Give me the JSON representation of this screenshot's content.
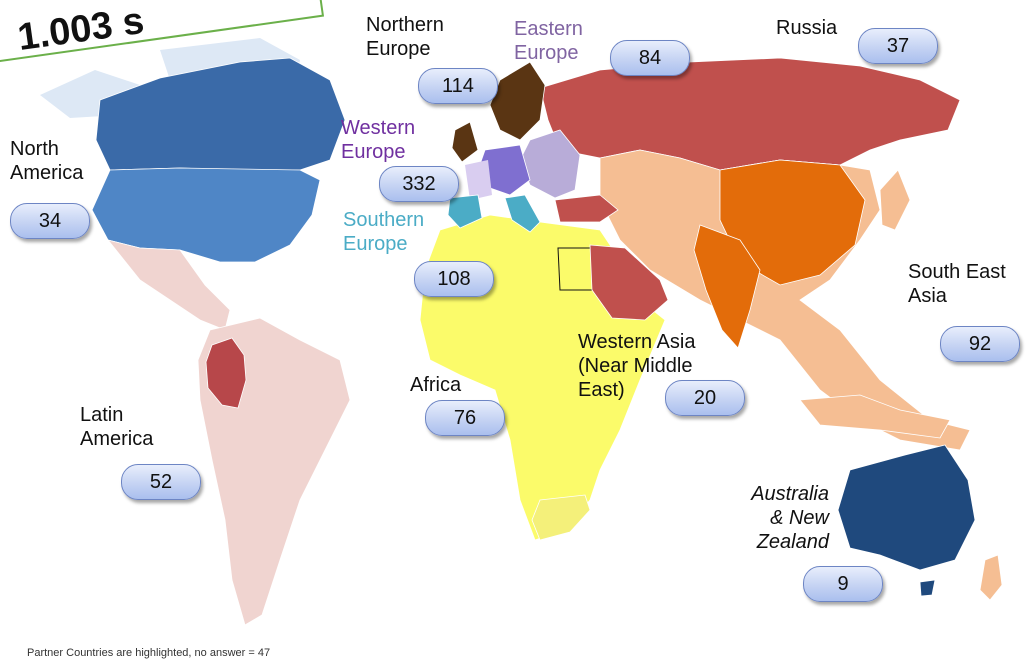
{
  "title": "1.003 s",
  "colors": {
    "north_america": "#4f86c6",
    "canada": "#3a6aa8",
    "latin_america": "#f0d4d0",
    "colombia": "#b7474a",
    "africa": "#fbfb6a",
    "south_africa": "#f4f07a",
    "russia": "#c0504d",
    "asia_light": "#f5be93",
    "china_india": "#e36c0a",
    "arabia": "#c0504d",
    "oceania": "#1f497d",
    "northern_europe": "#5a3513",
    "western_europe": "#7f6fd0",
    "eastern_europe": "#b8acd8",
    "southern_europe": "#4bacc6",
    "pill_fill": "#c5d3f3",
    "western_europe_text": "#7030a0",
    "eastern_europe_text": "#8064a2",
    "southern_europe_text": "#4bacc6"
  },
  "regions": {
    "north_america": {
      "label_lines": [
        "North",
        "America"
      ],
      "count": "34"
    },
    "latin_america": {
      "label_lines": [
        "Latin",
        "America"
      ],
      "count": "52"
    },
    "northern_europe": {
      "label_lines": [
        "Northern",
        "Europe"
      ],
      "count": "114"
    },
    "eastern_europe": {
      "label_lines": [
        "Eastern",
        "Europe"
      ],
      "count": "84"
    },
    "western_europe": {
      "label_lines": [
        "Western",
        "Europe"
      ],
      "count": "332"
    },
    "southern_europe": {
      "label_lines": [
        "Southern",
        "Europe"
      ],
      "count": "108"
    },
    "russia": {
      "label_lines": [
        "Russia"
      ],
      "count": "37"
    },
    "africa": {
      "label_lines": [
        "Africa"
      ],
      "count": "76"
    },
    "western_asia": {
      "label_lines": [
        "Western Asia",
        "(Near Middle",
        "East)"
      ],
      "count": "20"
    },
    "south_east_asia": {
      "label_lines": [
        "South East",
        "Asia"
      ],
      "count": "92"
    },
    "australia_nz": {
      "label_lines": [
        "Australia",
        "& New",
        "Zealand"
      ],
      "count": "9"
    }
  },
  "footnote": "Partner Countries are highlighted, no answer = 47"
}
